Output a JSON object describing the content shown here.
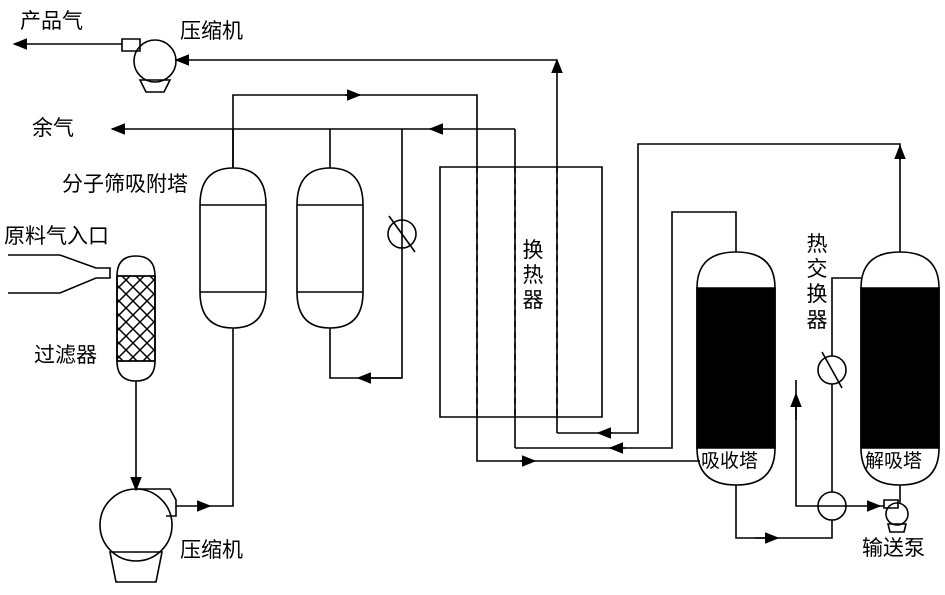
{
  "labels": {
    "product_gas": "产品气",
    "compressor_top": "压缩机",
    "residual_gas": "余气",
    "mol_sieve": "分子筛吸附塔",
    "feed_inlet": "原料气入口",
    "filter": "过滤器",
    "compressor_bottom": "压缩机",
    "heat_exchanger": "换热器",
    "heat_exchanger_small": "热交换器",
    "absorber": "吸收塔",
    "desorber": "解吸塔",
    "pump": "输送泵"
  },
  "colors": {
    "line": "#000000",
    "fill_packing": "#000000",
    "background": "#ffffff"
  }
}
